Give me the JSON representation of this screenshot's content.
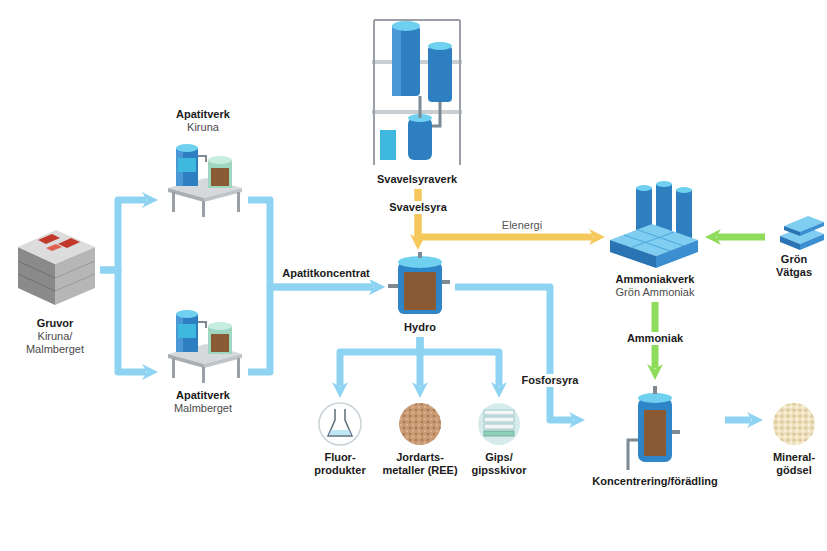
{
  "diagram": {
    "nodes": [
      {
        "text": [
          "Gruvor",
          "Kiruna/ Malmberget"
        ]
      },
      {
        "text": [
          "Apatitverk",
          "Kiruna"
        ]
      },
      {
        "text": [
          "Apatitverk",
          "Malmberget"
        ]
      },
      {
        "text": [
          "Svavelsyraverk"
        ]
      },
      {
        "text": [
          "Hydro"
        ]
      },
      {
        "text": [
          "Ammoniakverk",
          "Grön Ammoniak"
        ]
      },
      {
        "text": [
          "Grön Vätgas"
        ]
      },
      {
        "text": [
          "Fluor- produkter"
        ]
      },
      {
        "text": [
          "Jordarts- metaller (REE)"
        ]
      },
      {
        "text": [
          "Gips/ gipsskivor"
        ]
      },
      {
        "text": [
          "Koncentrering/förädling"
        ]
      },
      {
        "text": [
          "Mineral- gödsel"
        ]
      }
    ],
    "edges": [
      {
        "from": 0,
        "to": 1,
        "arrow": "to"
      },
      {
        "from": 0,
        "to": 2,
        "arrow": "to"
      },
      {
        "from": 1,
        "to": 4,
        "label": "Apatitkoncentrat",
        "arrow": "to"
      },
      {
        "from": 2,
        "to": 4,
        "arrow": "to"
      },
      {
        "from": 3,
        "to": 4,
        "label": "Svavelsyra",
        "arrow": "to"
      },
      {
        "from": 3,
        "to": 5,
        "label": "Elenergi",
        "arrow": "to"
      },
      {
        "from": 6,
        "to": 5,
        "arrow": "to"
      },
      {
        "from": 4,
        "to": 7,
        "arrow": "to"
      },
      {
        "from": 4,
        "to": 8,
        "arrow": "to"
      },
      {
        "from": 4,
        "to": 9,
        "arrow": "to"
      },
      {
        "from": 4,
        "to": 10,
        "label": "Fosforsyra",
        "arrow": "to"
      },
      {
        "from": 5,
        "to": 10,
        "label": "Ammoniak",
        "arrow": "to"
      },
      {
        "from": 10,
        "to": 11,
        "arrow": "to"
      }
    ]
  }
}
